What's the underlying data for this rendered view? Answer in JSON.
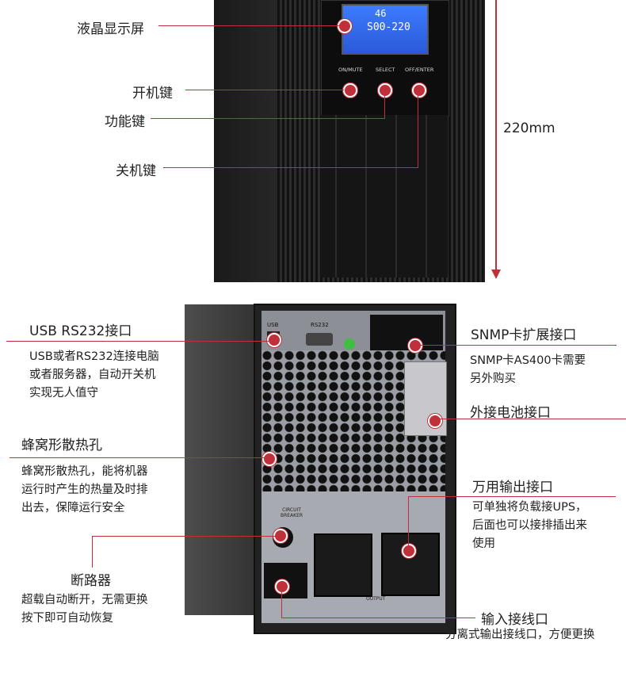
{
  "labels": {
    "lcd": "液晶显示屏",
    "power_on": "开机键",
    "function": "功能键",
    "power_off": "关机键",
    "height": "220mm",
    "usb_rs232": "USB RS232接口",
    "usb_desc": [
      "USB或者RS232连接电脑",
      "或者服务器，自动开关机",
      "实现无人值守"
    ],
    "honeycomb": "蜂窝形散热孔",
    "honeycomb_desc": [
      "蜂窝形散热孔，能将机器",
      "运行时产生的热量及时排",
      "出去，保障运行安全"
    ],
    "breaker": "断路器",
    "breaker_desc": [
      "超载自动断开，无需更换",
      "按下即可自动恢复"
    ],
    "snmp": "SNMP卡扩展接口",
    "snmp_desc": [
      "SNMP卡AS400卡需要",
      "另外购买"
    ],
    "ext_battery": "外接电池接口",
    "output": "万用输出接口",
    "output_desc": [
      "可单独将负载接UPS，",
      "后面也可以接排插出来",
      "使用"
    ],
    "input": "输入接线口",
    "input_desc": "分离式输出接线口，方便更换"
  },
  "device_text": {
    "lcd_line1": "46",
    "lcd_line2": "S00-220",
    "btn_on": "ON/MUTE",
    "btn_select": "SELECT",
    "btn_off": "OFF/ENTER",
    "usb_port": "USB",
    "rs232_port": "RS232",
    "breaker_label": "CIRCUIT BREAKER",
    "output_label": "OUTPUT"
  },
  "colors": {
    "accent": "#c0303a"
  }
}
